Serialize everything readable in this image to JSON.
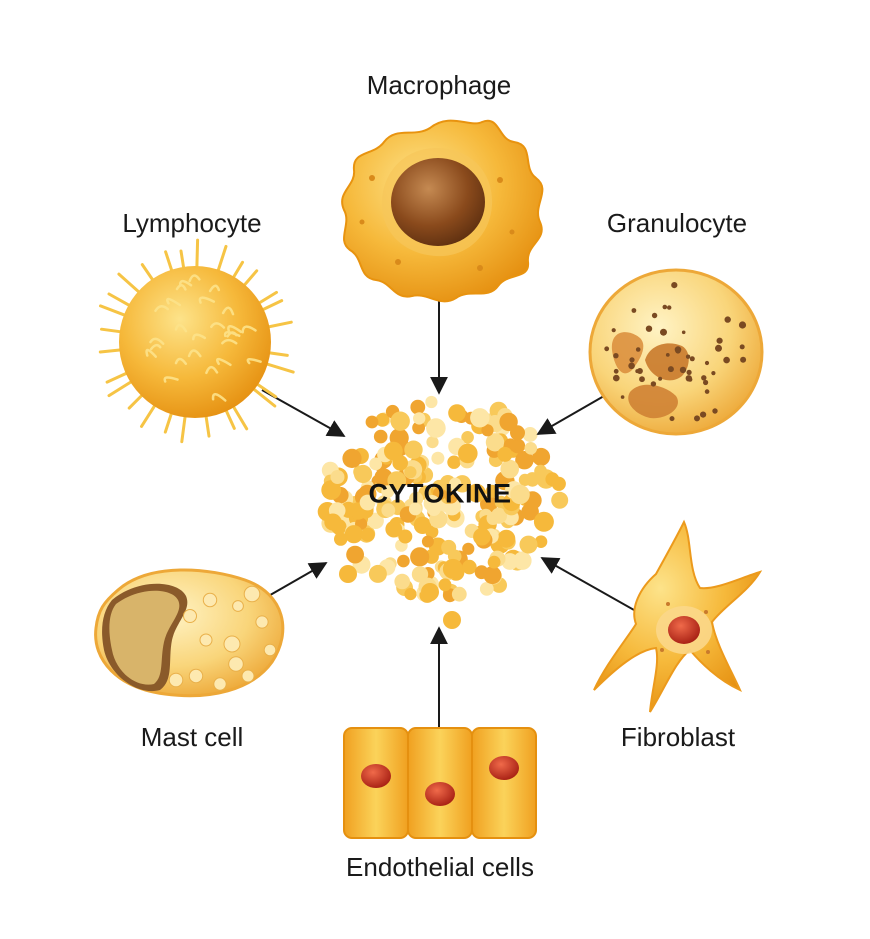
{
  "diagram": {
    "center": {
      "label": "CYTOKINE"
    },
    "cells": [
      {
        "id": "macrophage",
        "label": "Macrophage"
      },
      {
        "id": "lymphocyte",
        "label": "Lymphocyte"
      },
      {
        "id": "granulocyte",
        "label": "Granulocyte"
      },
      {
        "id": "mast-cell",
        "label": "Mast cell"
      },
      {
        "id": "fibroblast",
        "label": "Fibroblast"
      },
      {
        "id": "endothelial",
        "label": "Endothelial cells"
      }
    ],
    "colors": {
      "cell_light": "#fde38a",
      "cell_mid": "#f6b93b",
      "cell_dark": "#e58f10",
      "nucleus_brown": "#8a4a1c",
      "nucleus_red": "#c0392b",
      "arrow": "#1a1a1a"
    }
  }
}
